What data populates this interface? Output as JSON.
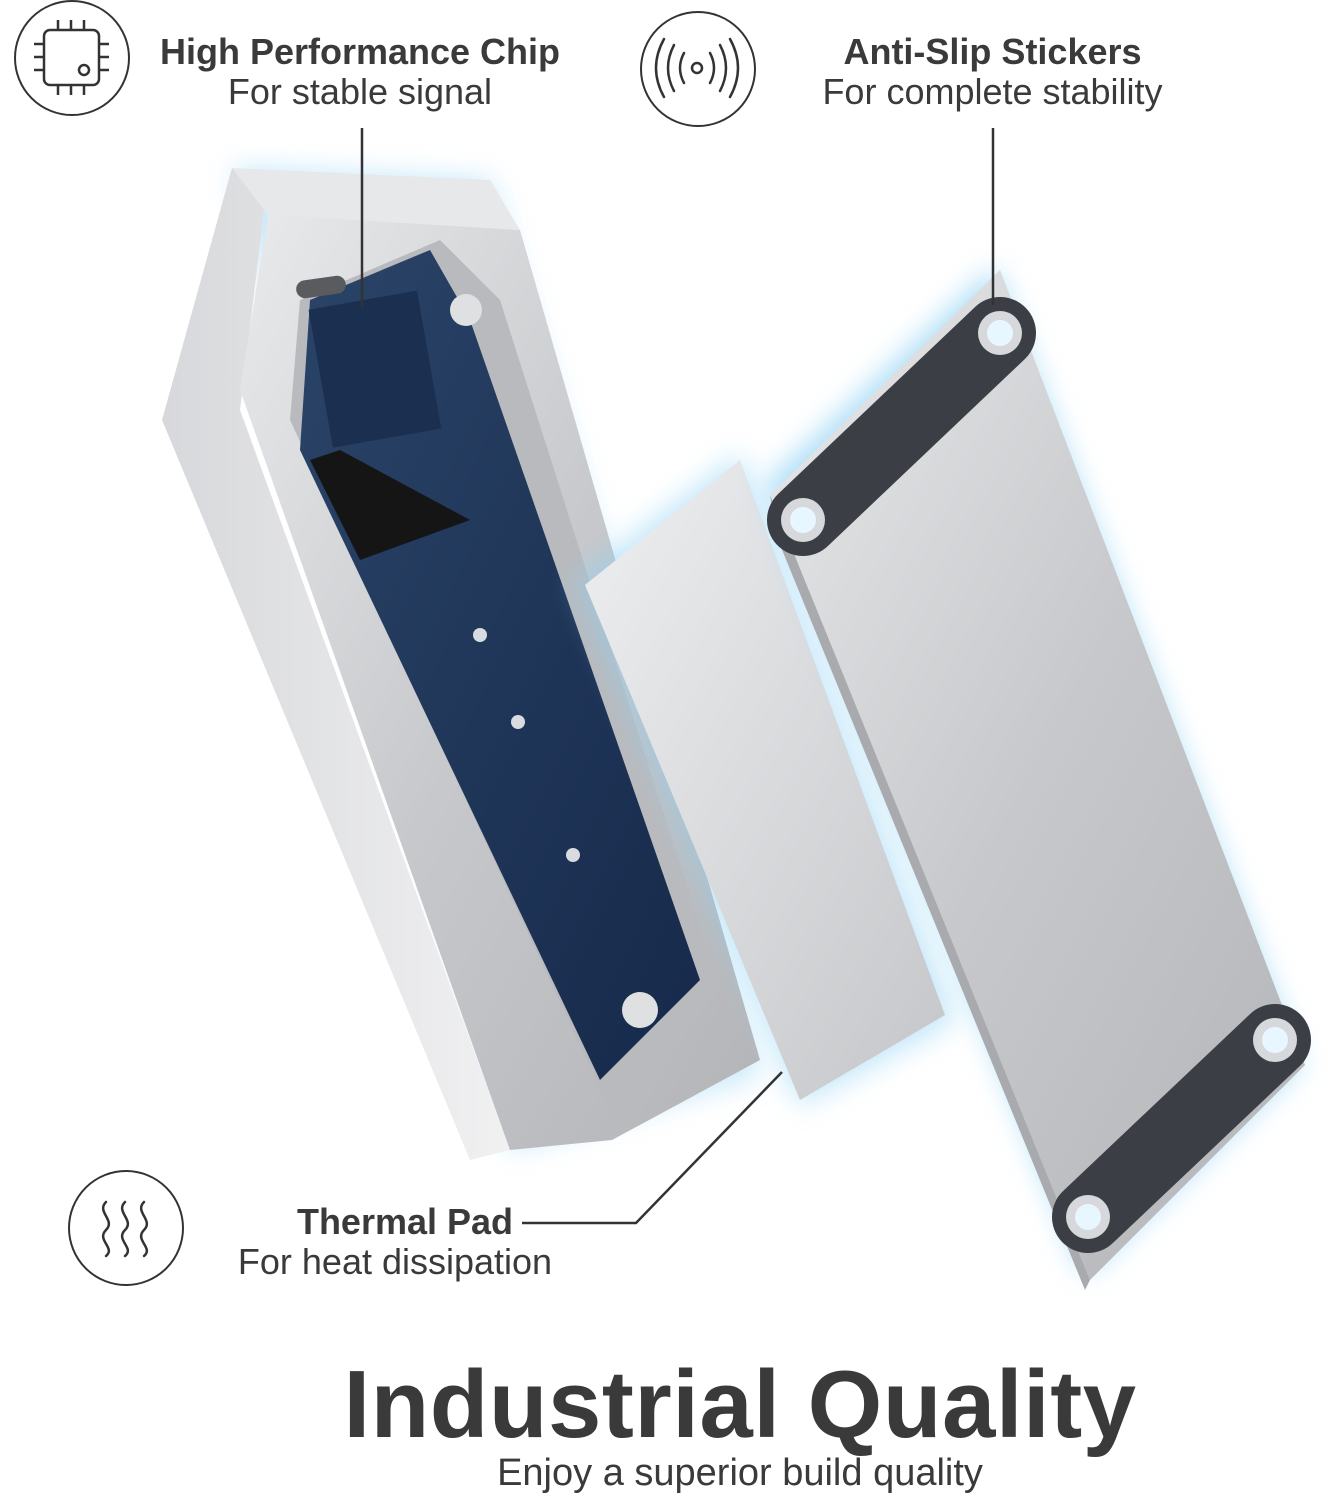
{
  "features": {
    "chip": {
      "title": "High Performance Chip",
      "subtitle": "For stable signal",
      "icon": "chip-icon"
    },
    "stickers": {
      "title": "Anti-Slip Stickers",
      "subtitle": "For complete stability",
      "icon": "vibration-icon"
    },
    "thermal": {
      "title": "Thermal Pad",
      "subtitle": "For heat dissipation",
      "icon": "heat-waves-icon"
    }
  },
  "headline": "Industrial Quality",
  "tagline": "Enjoy a superior build quality",
  "colors": {
    "text": "#3a3a3a",
    "aluminum": "#c9cacc",
    "pcb": "#1f3556",
    "glow": "#7fd3ff",
    "sticker": "#3b3f45"
  }
}
